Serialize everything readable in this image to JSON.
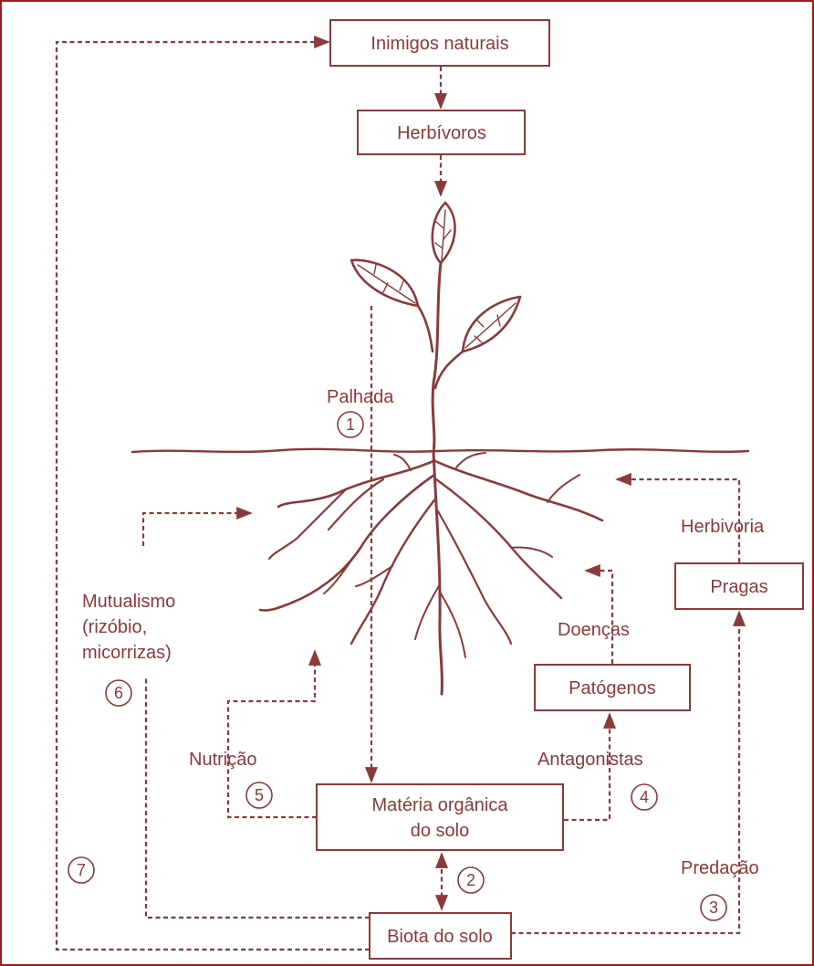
{
  "boxes": {
    "natural_enemies": "Inimigos naturais",
    "herbivores": "Herbívoros",
    "pests": "Pragas",
    "pathogens": "Patógenos",
    "organic_matter_line1": "Matéria orgânica",
    "organic_matter_line2": "do solo",
    "soil_biota": "Biota do solo"
  },
  "labels": {
    "straw": "Palhada",
    "herbivory": "Herbivoria",
    "mutualism_line1": "Mutualismo",
    "mutualism_line2": "(rizóbio,",
    "mutualism_line3": "micorrizas)",
    "diseases": "Doenças",
    "nutrition": "Nutrição",
    "antagonists": "Antagonistas",
    "predation": "Predação"
  },
  "numbers": {
    "n1": "1",
    "n2": "2",
    "n3": "3",
    "n4": "4",
    "n5": "5",
    "n6": "6",
    "n7": "7"
  },
  "colors": {
    "line": "#8a3a3a",
    "frame": "#9b1c1c",
    "background": "#ffffff"
  }
}
